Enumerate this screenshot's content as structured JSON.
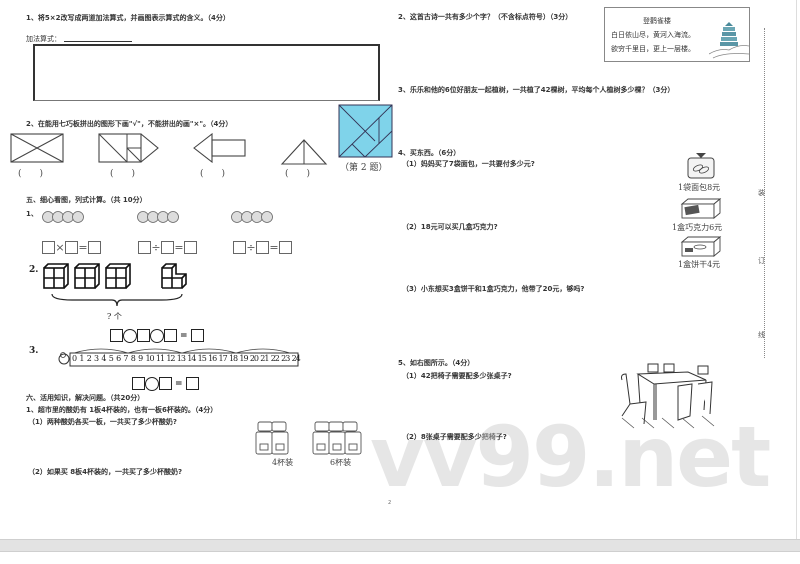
{
  "page": {
    "page_number": "2",
    "watermark": "vv99.net"
  },
  "left": {
    "q1": {
      "title": "1、将5×2改写成两道加法算式，并画图表示算式的含义。（4分）",
      "label": "加法算式："
    },
    "q2": {
      "title": "2、在能用七巧板拼出的图形下画\"√\"，不能拼出的画\"×\"。（4分）",
      "blanks": [
        "(　　)",
        "(　　)",
        "(　　)",
        "(　　)"
      ],
      "tangram_caption": "（第 2 题）",
      "tangram_color": "#7fd3ea"
    },
    "section5": {
      "title": "五、细心看图，列式计算。（共 10分）",
      "item1_label": "1、",
      "equations": [
        {
          "op1": "×",
          "op2": "="
        },
        {
          "op1": "÷",
          "op2": "="
        },
        {
          "op1": "÷",
          "op2": "="
        }
      ],
      "item2_label": "2.",
      "brace_label": "? 个",
      "item3_label": "3.",
      "ruler_numbers": [
        "0",
        "1",
        "2",
        "3",
        "4",
        "5",
        "6",
        "7",
        "8",
        "9",
        "10",
        "11",
        "12",
        "13",
        "14",
        "15",
        "16",
        "17",
        "18",
        "19",
        "20",
        "21",
        "22",
        "23",
        "24"
      ]
    },
    "section6": {
      "title": "六、活用知识，解决问题。（共20分）",
      "q1_title": "1、超市里的酸奶有 1板4杯装的，也有一板6杯装的。（4分）",
      "q1_sub1": "（1）两种酸奶各买一板，一共买了多少杯酸奶?",
      "q1_sub2": "（2）如果买 8板4杯装的，一共买了多少杯酸奶?",
      "yogurt_labels": [
        "4杯装",
        "6杯装"
      ]
    }
  },
  "right": {
    "q2": {
      "title": "2、这首古诗一共有多少个字？（不含标点符号）（3分）",
      "poem_title": "登鹳雀楼",
      "poem_line1": "白日依山尽，黄河入海流。",
      "poem_line2": "欲穷千里目，更上一层楼。"
    },
    "q3": {
      "title": "3、乐乐和他的6位好朋友一起植树，一共植了42棵树，平均每个人植树多少棵？（3分）"
    },
    "q4": {
      "title": "4、买东西。（6分）",
      "sub1": "（1）妈妈买了7袋面包，一共要付多少元?",
      "sub2": "（2）18元可以买几盒巧克力?",
      "sub3": "（3）小东想买3盒饼干和1盒巧克力，他带了20元，够吗?",
      "prices": [
        "1袋面包8元",
        "1盒巧克力6元",
        "1盒饼干4元"
      ]
    },
    "q5": {
      "title": "5、如右图所示。（4分）",
      "sub1": "（1）42把椅子需要配多少张桌子?",
      "sub2": "（2）8张桌子需要配多少把椅子?"
    },
    "margin_chars": [
      "装",
      "订",
      "线"
    ]
  }
}
